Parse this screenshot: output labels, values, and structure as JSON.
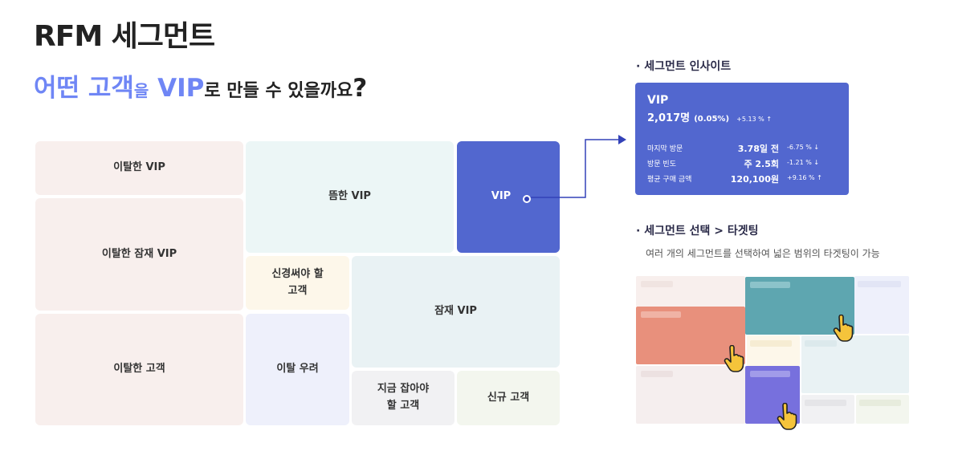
{
  "page_title": "RFM 세그먼트",
  "headline": {
    "part1": "어떤 고객",
    "part2": "을",
    "part3": " VIP",
    "part4": "로 만들 수 있을까요",
    "part5": "?"
  },
  "treemap": {
    "churned_vip": "이탈한 VIP",
    "dormant_vip": "뜸한 VIP",
    "vip": "VIP",
    "potential_churned_vip": "이탈한 잠재 VIP",
    "attention_line1": "신경써야 할",
    "attention_line2": "고객",
    "potential_vip": "잠재 VIP",
    "churned_customer": "이탈한 고객",
    "at_risk": "이탈 우려",
    "catch_now_line1": "지금 잡아야",
    "catch_now_line2": "할 고객",
    "new_customer": "신규 고객"
  },
  "insight_section": {
    "label": "· 세그먼트 인사이트",
    "card": {
      "segment": "VIP",
      "count": "2,017명",
      "percent": "(0.05%)",
      "count_change": "+5.13 % ↑",
      "metrics": [
        {
          "label": "마지막 방문",
          "value": "3.78일 전",
          "change": "-6.75 % ↓"
        },
        {
          "label": "방문 빈도",
          "value": "주 2.5회",
          "change": "-1.21 % ↓"
        },
        {
          "label": "평균 구매 금액",
          "value": "120,100원",
          "change": "+9.16 % ↑"
        }
      ]
    }
  },
  "targeting_section": {
    "label": "· 세그먼트 선택 > 타겟팅",
    "description": "여러 개의 세그먼트를 선택하여 넓은 범위의 타겟팅이 가능"
  },
  "colors": {
    "accent": "#6f86f5",
    "vip_blue": "#5267cf",
    "selected_orange": "#e8907c",
    "selected_teal": "#5ea6b0",
    "selected_purple": "#7770dd",
    "hand": "#f5c43b"
  },
  "icons": {
    "cursor": "hand-pointer-icon",
    "dot": "vip-dot-icon"
  }
}
